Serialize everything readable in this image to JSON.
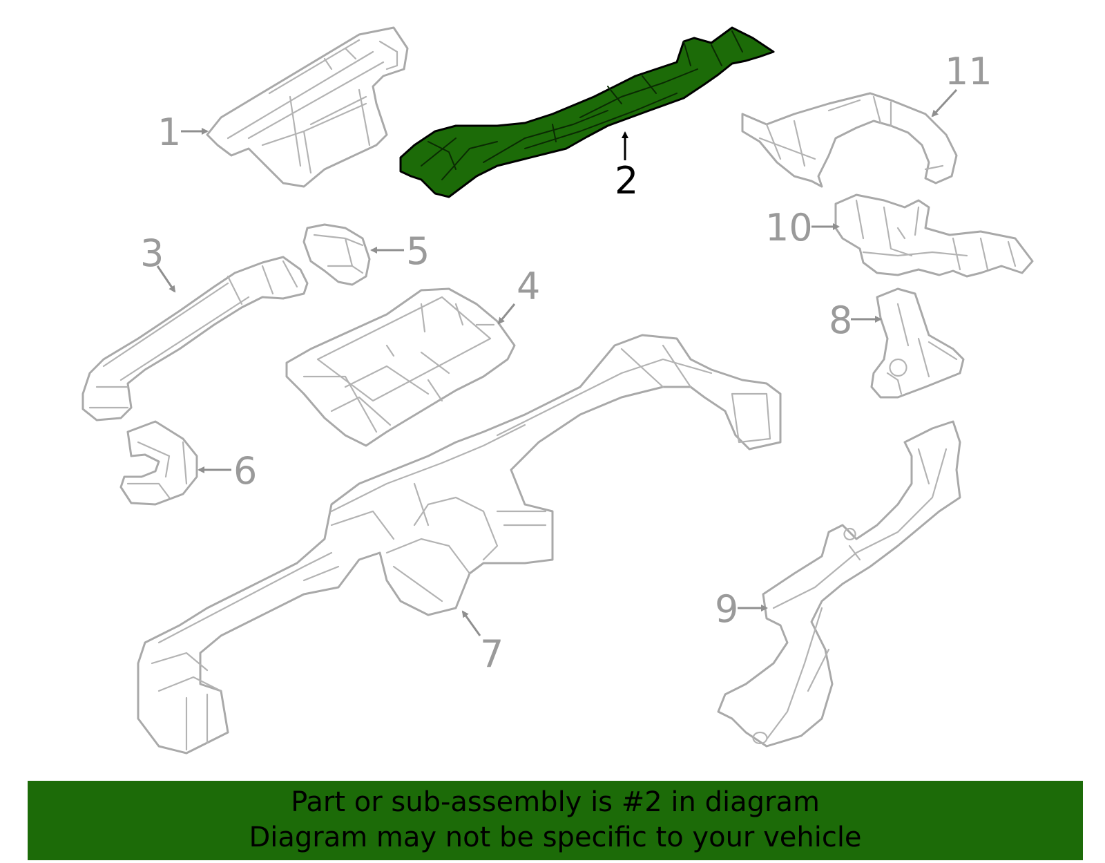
{
  "highlighted_part": "2",
  "callouts": {
    "c1": "1",
    "c2": "2",
    "c3": "3",
    "c4": "4",
    "c5": "5",
    "c6": "6",
    "c7": "7",
    "c8": "8",
    "c9": "9",
    "c10": "10",
    "c11": "11"
  },
  "banner": {
    "line1": "Part or sub-assembly is #2 in diagram",
    "line2": "Diagram may not be specific to your vehicle"
  },
  "colors": {
    "highlight": "#1c6b08",
    "banner": "#1c6b08",
    "part_outline": "#a9a9a9",
    "label": "#9a9a9a"
  }
}
